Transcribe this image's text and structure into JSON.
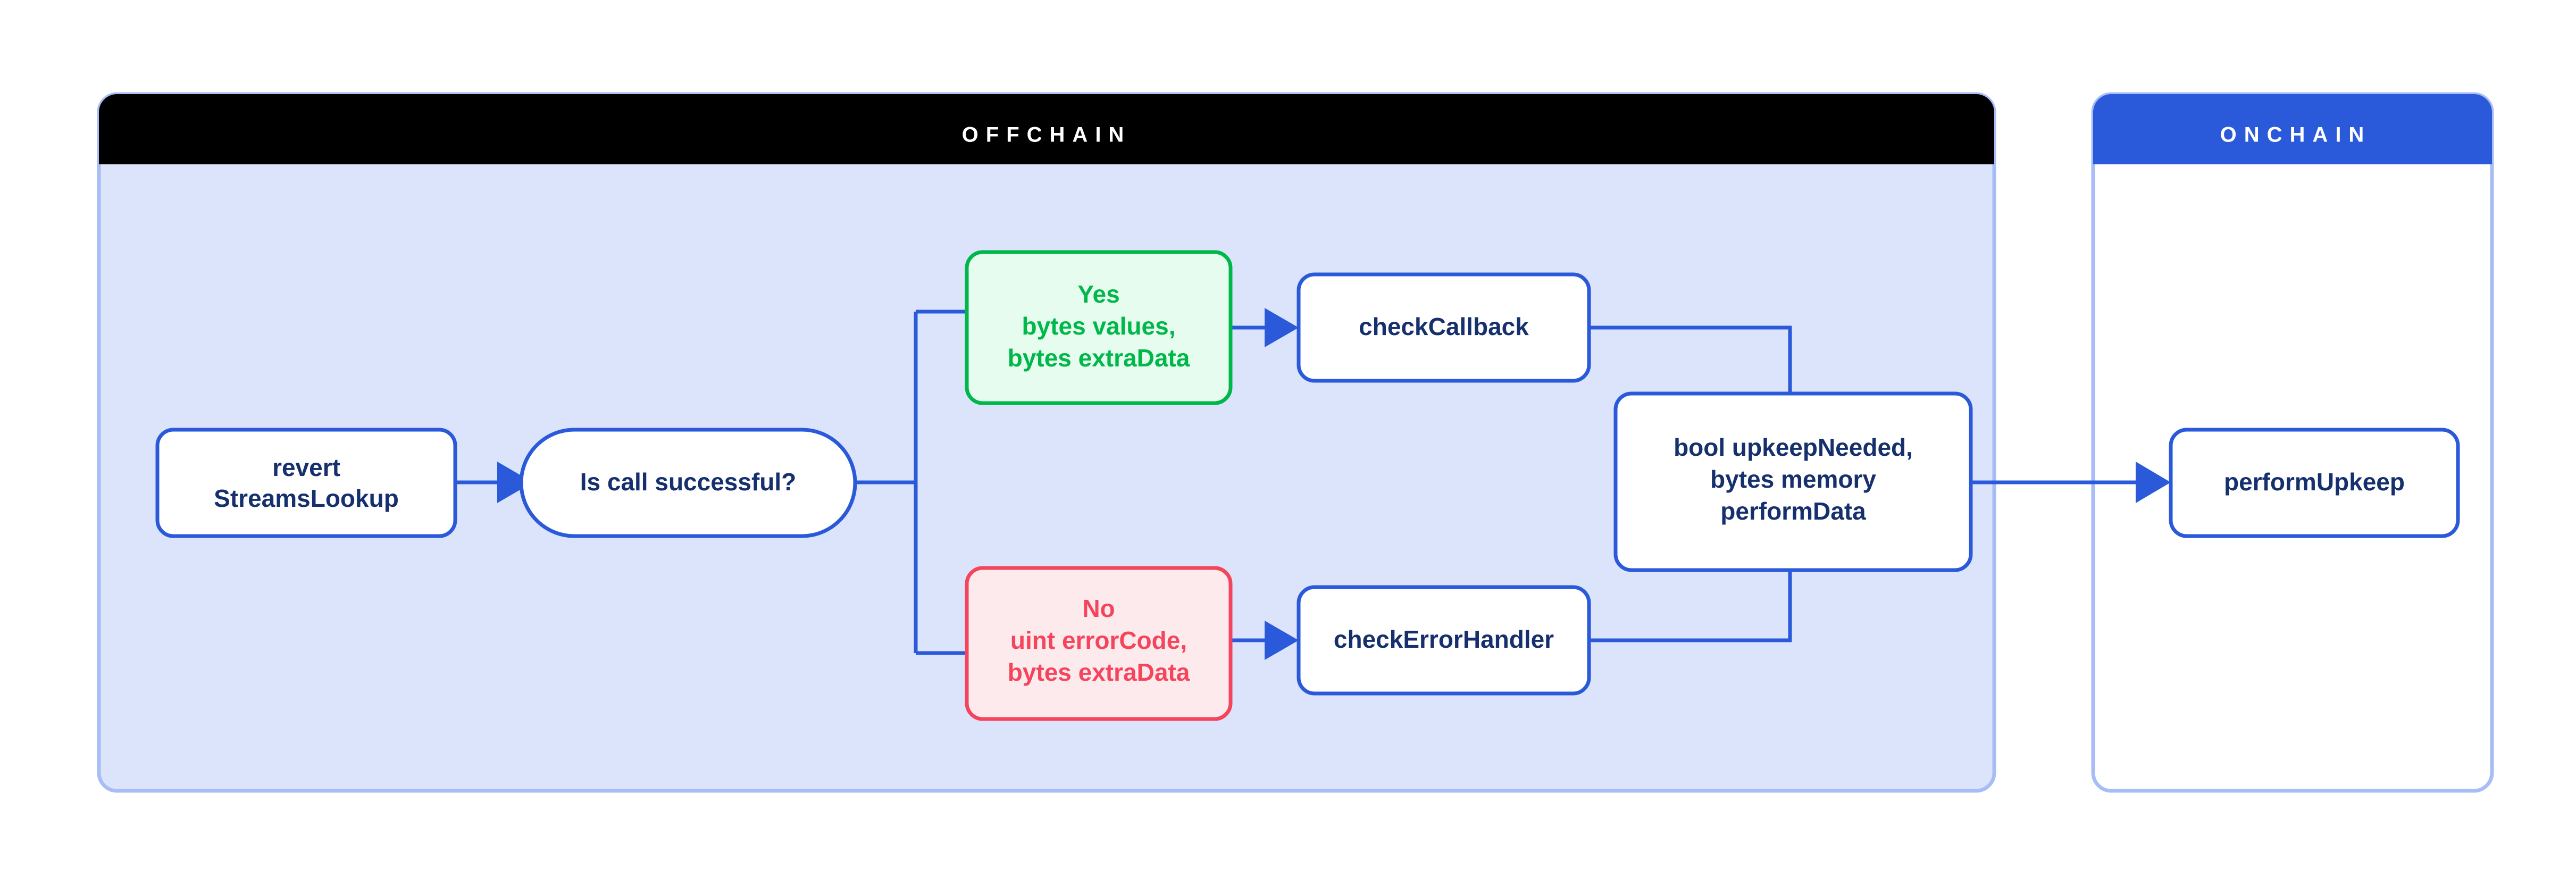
{
  "diagram": {
    "title_offchain": "OFFCHAIN",
    "title_onchain": "ONCHAIN",
    "colors": {
      "offchain_header_bg": "#000000",
      "offchain_panel_bg": "#dce4fb",
      "offchain_panel_border": "#a8bdf5",
      "onchain_header_bg": "#2a5ada",
      "onchain_panel_bg": "#ffffff",
      "onchain_panel_border": "#a8bdf5",
      "node_border": "#2a5ada",
      "node_text": "#16306e",
      "success_border": "#00b74a",
      "success_fill": "#e6fcee",
      "success_text": "#00b74a",
      "error_border": "#f5455c",
      "error_fill": "#fdeaed",
      "error_text": "#f5455c",
      "connector": "#2a5ada"
    },
    "panels": [
      {
        "id": "offchain",
        "label": "OFFCHAIN"
      },
      {
        "id": "onchain",
        "label": "ONCHAIN"
      }
    ],
    "nodes": {
      "revert_streamslookup": {
        "id": "revert-streamslookup",
        "shape": "rounded-rect",
        "panel": "offchain",
        "lines": [
          "revert",
          "StreamsLookup"
        ]
      },
      "is_call_successful": {
        "id": "is-call-successful",
        "shape": "stadium",
        "panel": "offchain",
        "lines": [
          "Is call successful?"
        ]
      },
      "yes_branch": {
        "id": "yes-branch",
        "shape": "rounded-rect",
        "panel": "offchain",
        "variant": "success",
        "lines": [
          "Yes",
          "bytes values,",
          "bytes extraData"
        ]
      },
      "no_branch": {
        "id": "no-branch",
        "shape": "rounded-rect",
        "panel": "offchain",
        "variant": "error",
        "lines": [
          "No",
          "uint errorCode,",
          "bytes extraData"
        ]
      },
      "check_callback": {
        "id": "check-callback",
        "shape": "rounded-rect",
        "panel": "offchain",
        "lines": [
          "checkCallback"
        ]
      },
      "check_error_handler": {
        "id": "check-error-handler",
        "shape": "rounded-rect",
        "panel": "offchain",
        "lines": [
          "checkErrorHandler"
        ]
      },
      "upkeep_result": {
        "id": "upkeep-result",
        "shape": "rounded-rect",
        "panel": "offchain",
        "lines": [
          "bool upkeepNeeded,",
          "bytes memory",
          "performData"
        ]
      },
      "perform_upkeep": {
        "id": "perform-upkeep",
        "shape": "rounded-rect",
        "panel": "onchain",
        "lines": [
          "performUpkeep"
        ]
      }
    },
    "edges": [
      {
        "from": "revert_streamslookup",
        "to": "is_call_successful",
        "arrow": true
      },
      {
        "from": "is_call_successful",
        "to": "yes_branch",
        "arrow": false,
        "style": "orthogonal-fork-up"
      },
      {
        "from": "is_call_successful",
        "to": "no_branch",
        "arrow": false,
        "style": "orthogonal-fork-down"
      },
      {
        "from": "yes_branch",
        "to": "check_callback",
        "arrow": true
      },
      {
        "from": "no_branch",
        "to": "check_error_handler",
        "arrow": true
      },
      {
        "from": "check_callback",
        "to": "upkeep_result",
        "arrow": false,
        "style": "orthogonal-merge-down"
      },
      {
        "from": "check_error_handler",
        "to": "upkeep_result",
        "arrow": false,
        "style": "orthogonal-merge-up"
      },
      {
        "from": "upkeep_result",
        "to": "perform_upkeep",
        "arrow": true
      }
    ]
  }
}
